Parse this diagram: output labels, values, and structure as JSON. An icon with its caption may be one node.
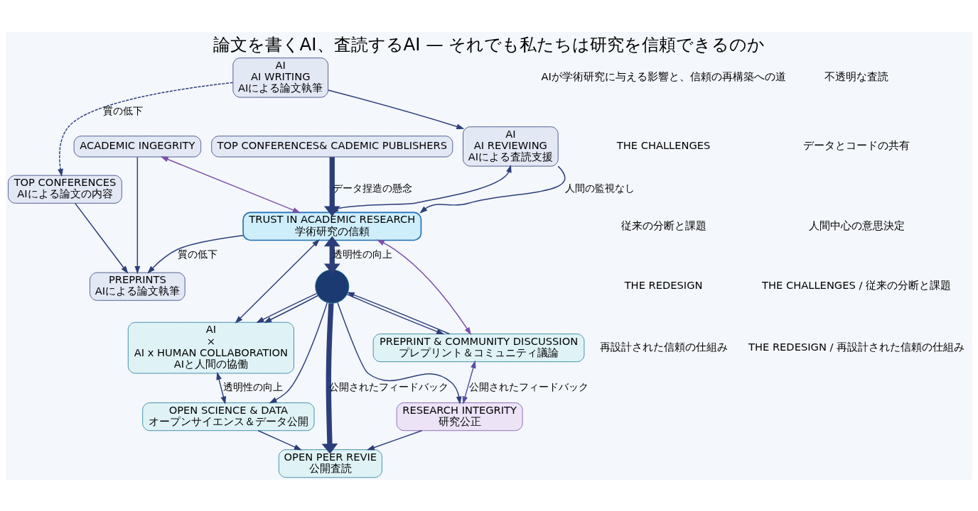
{
  "diagram": {
    "title": "論文を書くAI、査読するAI — それでも私たちは研究を信頼できるのか",
    "nodes": [
      {
        "text": [
          "AI",
          "AI WRITING",
          "AIによる論文執筆"
        ]
      },
      {
        "text": [
          "AI",
          "AI REVIEWING",
          "AIによる査読支援"
        ]
      },
      {
        "text": [
          "TOP CONFERENCES& CADEMIC PUBLISHERS"
        ]
      },
      {
        "text": [
          "TOP CONFERENCES",
          "AIによる論文の内容"
        ]
      },
      {
        "text": [
          "PREPRINTS",
          "AIによる論文執筆"
        ]
      },
      {
        "text": [
          "ACADEMIC INGEGRITY"
        ]
      },
      {
        "text": [
          "TRUST IN ACADEMIC RESEARCH",
          "学術研究の信頼"
        ]
      },
      {
        "text": [
          "AI",
          "×",
          "AI x HUMAN COLLABORATION",
          "AIと人間の協働"
        ]
      },
      {
        "text": [
          "OPEN SCIENCE & DATA",
          "オープンサイエンス＆データ公開"
        ]
      },
      {
        "text": [],
        "shape": "circle"
      },
      {
        "text": [
          "OPEN PEER REVIE",
          "公開査読"
        ]
      },
      {
        "text": [
          "PREPRINT & COMMUNITY DISCUSSION",
          "プレプリント＆コミュニティ議論"
        ]
      },
      {
        "text": [
          "RESEARCH INTEGRITY",
          "研究公正"
        ]
      }
    ],
    "edges": [
      {
        "from": 0,
        "to": 1,
        "arrow": "to"
      },
      {
        "from": 1,
        "to": 6,
        "arrow": "both"
      },
      {
        "from": 1,
        "to": 6,
        "arrow": "to",
        "label": "人間の監視なし"
      },
      {
        "from": 0,
        "to": 3,
        "arrow": "to",
        "style": "dashed",
        "label": "質の低下"
      },
      {
        "from": 2,
        "to": 6,
        "arrow": "to",
        "label": "データ捏造の懸念",
        "style": "thick"
      },
      {
        "from": 6,
        "to": 4,
        "arrow": "to",
        "label": "質の低下"
      },
      {
        "from": 3,
        "to": 4,
        "arrow": "to"
      },
      {
        "from": 5,
        "to": 4,
        "arrow": "to"
      },
      {
        "from": 5,
        "to": 6,
        "arrow": "both",
        "color": "#7b4fa8"
      },
      {
        "from": 6,
        "to": 7,
        "arrow": "both"
      },
      {
        "from": 7,
        "to": 8,
        "arrow": "both",
        "label": "透明性の向上"
      },
      {
        "from": 6,
        "to": 9,
        "arrow": "both",
        "label": "透明性の向上",
        "style": "thick"
      },
      {
        "from": 9,
        "to": 7,
        "arrow": "to"
      },
      {
        "from": 9,
        "to": 7,
        "arrow": "to"
      },
      {
        "from": 9,
        "to": 8,
        "arrow": "to"
      },
      {
        "from": 9,
        "to": 10,
        "arrow": "to",
        "label": "公開されたフィードバック",
        "style": "thick"
      },
      {
        "from": 9,
        "to": 11,
        "arrow": "to"
      },
      {
        "from": 11,
        "to": 9,
        "arrow": "to"
      },
      {
        "from": 9,
        "to": 12,
        "arrow": "to"
      },
      {
        "from": 8,
        "to": 10,
        "arrow": "to"
      },
      {
        "from": 12,
        "to": 10,
        "arrow": "to"
      },
      {
        "from": 6,
        "to": 11,
        "arrow": "both",
        "color": "#7b4fa8"
      },
      {
        "from": 11,
        "to": 12,
        "arrow": "both",
        "label": "公開されたフィードバック",
        "color": "#5b4fa0"
      }
    ],
    "labels": [
      "AIが学術研究に与える影響と、信頼の再構築への道",
      "THE CHALLENGES",
      "従来の分断と課題",
      "THE REDESIGN",
      "再設計された信頼の仕組み",
      "不透明な査読",
      "データとコードの共有",
      "人間中心の意思決定",
      "THE CHALLENGES / 従来の分断と課題",
      "THE REDESIGN / 再設計された信頼の仕組み"
    ]
  }
}
